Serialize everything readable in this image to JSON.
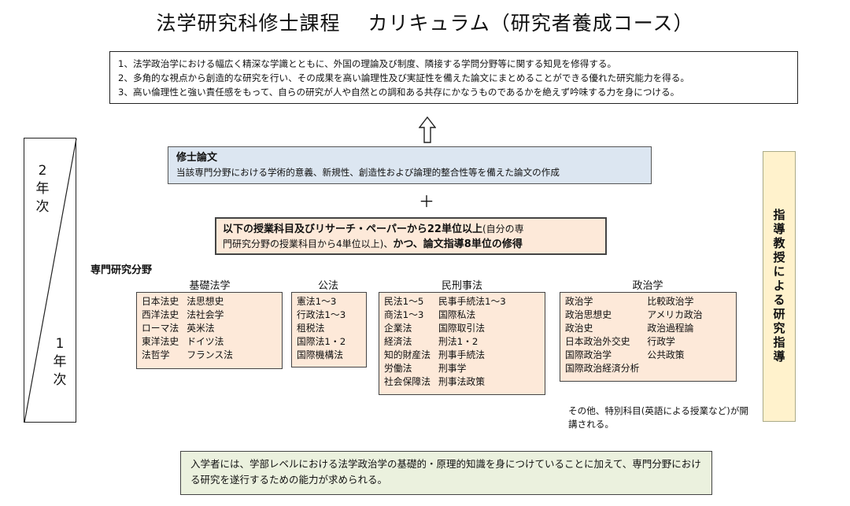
{
  "title": "法学研究科修士課程　 カリキュラム（研究者養成コース）",
  "goals": [
    "1、法学政治学における幅広く精深な学識とともに、外国の理論及び制度、隣接する学問分野等に関する知見を修得する。",
    "2、多角的な視点から創造的な研究を行い、その成果を高い論理性及び実証性を備えた論文にまとめることができる優れた研究能力を得る。",
    "3、高い倫理性と強い責任感をもって、自らの研究が人や自然との調和ある共存にかなうものであるかを絶えず吟味する力を身につける。"
  ],
  "years": {
    "second": [
      "2",
      "年",
      "次"
    ],
    "first": [
      "1",
      "年",
      "次"
    ]
  },
  "thesis": {
    "title": "修士論文",
    "desc": "当該専門分野における学術的意義、新規性、創造性および論理的整合性等を備えた論文の作成"
  },
  "plus": "＋",
  "credits": {
    "bold1": "以下の授業科目及びリサーチ・ペーパーから22単位以上",
    "normal1": "(自分の専",
    "normal2": "門研究分野の授業科目から4単位以上)、",
    "bold2": "かつ、論文指導8単位の修得"
  },
  "field_label": "専門研究分野",
  "categories": [
    {
      "name": "基礎法学",
      "rows": [
        [
          "日本法史",
          "法思想史"
        ],
        [
          "西洋法史",
          "法社会学"
        ],
        [
          "ローマ法",
          "英米法"
        ],
        [
          "東洋法史",
          "ドイツ法"
        ],
        [
          "法哲学",
          "フランス法"
        ]
      ]
    },
    {
      "name": "公法",
      "rows": [
        [
          "憲法1～3"
        ],
        [
          "行政法1～3"
        ],
        [
          "租税法"
        ],
        [
          "国際法1・2"
        ],
        [
          "国際機構法"
        ]
      ]
    },
    {
      "name": "民刑事法",
      "rows": [
        [
          "民法1～5",
          "民事手続法1～3"
        ],
        [
          "商法1～3",
          "国際私法"
        ],
        [
          "企業法",
          "国際取引法"
        ],
        [
          "経済法",
          "刑法1・2"
        ],
        [
          "知的財産法",
          "刑事手続法"
        ],
        [
          "労働法",
          "刑事学"
        ],
        [
          "社会保障法",
          "刑事法政策"
        ]
      ]
    },
    {
      "name": "政治学",
      "rows": [
        [
          "政治学",
          "比較政治学"
        ],
        [
          "政治思想史",
          "アメリカ政治"
        ],
        [
          "政治史",
          "政治過程論"
        ],
        [
          "日本政治外交史",
          "行政学"
        ],
        [
          "国際政治学",
          "公共政策"
        ],
        [
          "国際政治経済分析",
          ""
        ]
      ]
    }
  ],
  "other_note": "その他、特別科目(英語による授業など)が開講される。",
  "guidance": "指導教授による研究指導",
  "requirement": "入学者には、学部レベルにおける法学政治学の基礎的・原理的知識を身につけていることに加えて、専門分野における研究を遂行するための能力が求められる。"
}
